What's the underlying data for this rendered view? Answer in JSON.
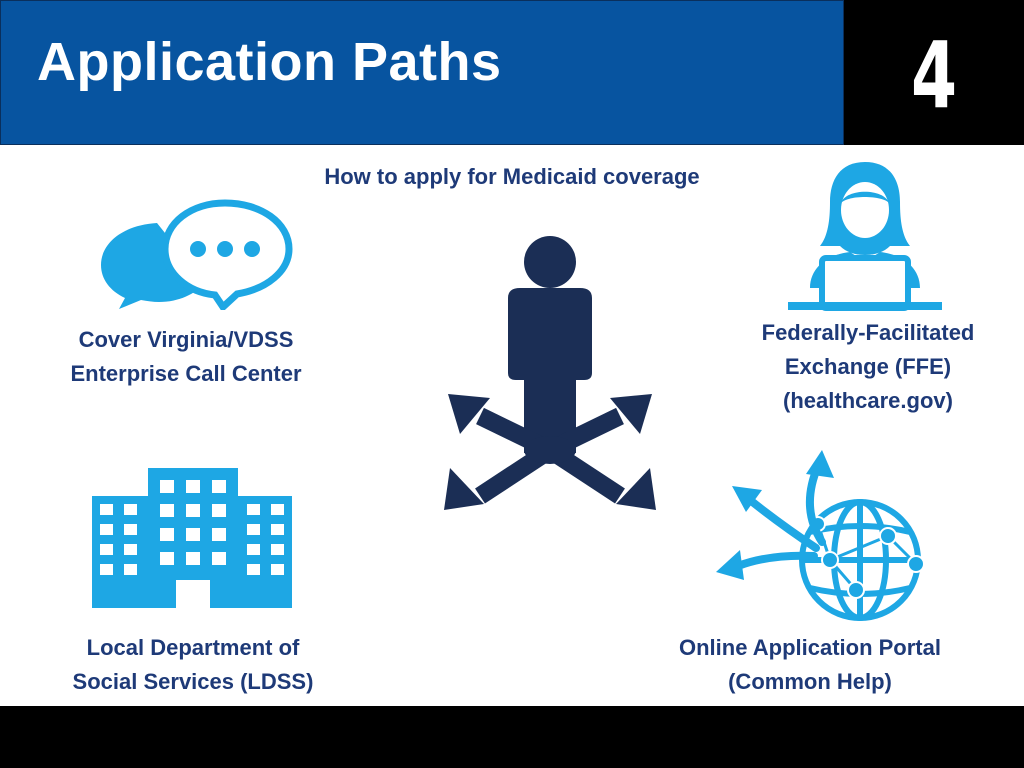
{
  "header": {
    "title": "Application Paths",
    "slide_number": "4"
  },
  "subtitle": "How to apply for Medicaid coverage",
  "paths": {
    "call_center": {
      "line1": "Cover Virginia/VDSS",
      "line2": "Enterprise Call Center",
      "icon": "chat-bubbles-icon"
    },
    "ffe": {
      "line1": "Federally-Facilitated",
      "line2": "Exchange (FFE)",
      "line3": "(healthcare.gov)",
      "icon": "person-laptop-icon"
    },
    "ldss": {
      "line1": "Local Department of",
      "line2": "Social Services (LDSS)",
      "icon": "office-building-icon"
    },
    "portal": {
      "line1": "Online Application Portal",
      "line2": "(Common Help)",
      "icon": "globe-network-icon"
    }
  },
  "center_icon": "person-crossroads-arrows-icon",
  "colors": {
    "header_blue": "#0754a0",
    "label_navy": "#1e3a78",
    "icon_cyan": "#1ea7e4",
    "figure_navy": "#1b2e55"
  }
}
